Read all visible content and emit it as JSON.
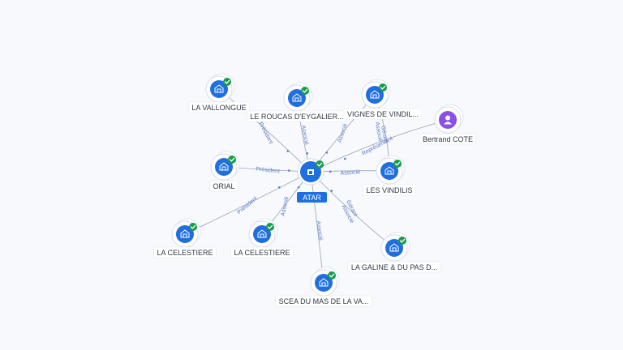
{
  "colors": {
    "company": "#1f6fe0",
    "person": "#8a4fe6",
    "check": "#1a9a4c",
    "edge_label": "#5b79c9"
  },
  "center": {
    "label": "ATAR",
    "icon": "building-icon"
  },
  "nodes": [
    {
      "id": "la_vallongue",
      "label": "LA VALLONGUE",
      "type": "company",
      "verified": true
    },
    {
      "id": "le_roucas",
      "label": "LE ROUCAS D'EYGALIER...",
      "type": "company",
      "verified": true
    },
    {
      "id": "vignes",
      "label": "VIGNES DE VINDIL...",
      "type": "company",
      "verified": true
    },
    {
      "id": "bertrand",
      "label": "Bertrand COTE",
      "type": "person",
      "verified": false
    },
    {
      "id": "orial",
      "label": "ORIAL",
      "type": "company",
      "verified": true
    },
    {
      "id": "les_vindilis",
      "label": "LES VINDILIS",
      "type": "company",
      "verified": true
    },
    {
      "id": "la_celestiere_1",
      "label": "LA CELESTIERE",
      "type": "company",
      "verified": true
    },
    {
      "id": "la_celestiere_2",
      "label": "LA CELESTIERE",
      "type": "company",
      "verified": true
    },
    {
      "id": "la_galine",
      "label": "LA GALINE & DU PAS D...",
      "type": "company",
      "verified": true
    },
    {
      "id": "scea",
      "label": "SCEA DU MAS DE LA VA...",
      "type": "company",
      "verified": true
    }
  ],
  "edges": [
    {
      "to": "la_vallongue",
      "labels": [
        "Président"
      ]
    },
    {
      "to": "le_roucas",
      "labels": [
        "Associé"
      ]
    },
    {
      "to": "vignes",
      "labels": [
        "Associé"
      ]
    },
    {
      "to": "bertrand",
      "labels": [
        "Représentant"
      ]
    },
    {
      "to": "orial",
      "labels": [
        "Président"
      ]
    },
    {
      "to": "les_vindilis",
      "labels": [
        "Associé"
      ]
    },
    {
      "to": "la_celestiere_1",
      "labels": [
        "Président"
      ]
    },
    {
      "to": "la_celestiere_2",
      "labels": [
        "Associé"
      ]
    },
    {
      "to": "la_galine",
      "labels": [
        "Gérant",
        "Associé"
      ]
    },
    {
      "to": "scea",
      "labels": [
        "Associé"
      ]
    },
    {
      "from": "vignes",
      "to": "les_vindilis",
      "labels": [
        "Gérant",
        "Associé"
      ]
    }
  ]
}
